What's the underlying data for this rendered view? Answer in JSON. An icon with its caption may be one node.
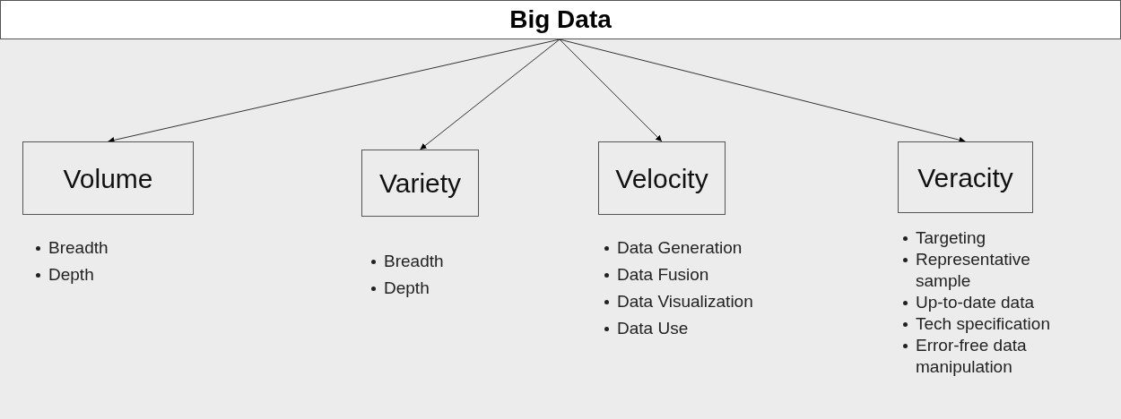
{
  "diagram": {
    "nodes": [
      {
        "text": [
          "Big Data"
        ]
      },
      {
        "text": [
          "Volume"
        ],
        "beside": [
          "Breadth",
          "Depth"
        ]
      },
      {
        "text": [
          "Variety"
        ],
        "beside": [
          "Breadth",
          "Depth"
        ]
      },
      {
        "text": [
          "Velocity"
        ],
        "beside": [
          "Data Generation",
          "Data Fusion",
          "Data Visualization",
          "Data Use"
        ]
      },
      {
        "text": [
          "Veracity"
        ],
        "beside": [
          "Targeting",
          "Representative sample",
          "Up-to-date data",
          "Tech specification",
          "Error-free data manipulation"
        ]
      }
    ],
    "edges": [
      {
        "from": 0,
        "to": 1,
        "arrow": "to"
      },
      {
        "from": 0,
        "to": 2,
        "arrow": "to"
      },
      {
        "from": 0,
        "to": 3,
        "arrow": "to"
      },
      {
        "from": 0,
        "to": 4,
        "arrow": "to"
      }
    ]
  }
}
